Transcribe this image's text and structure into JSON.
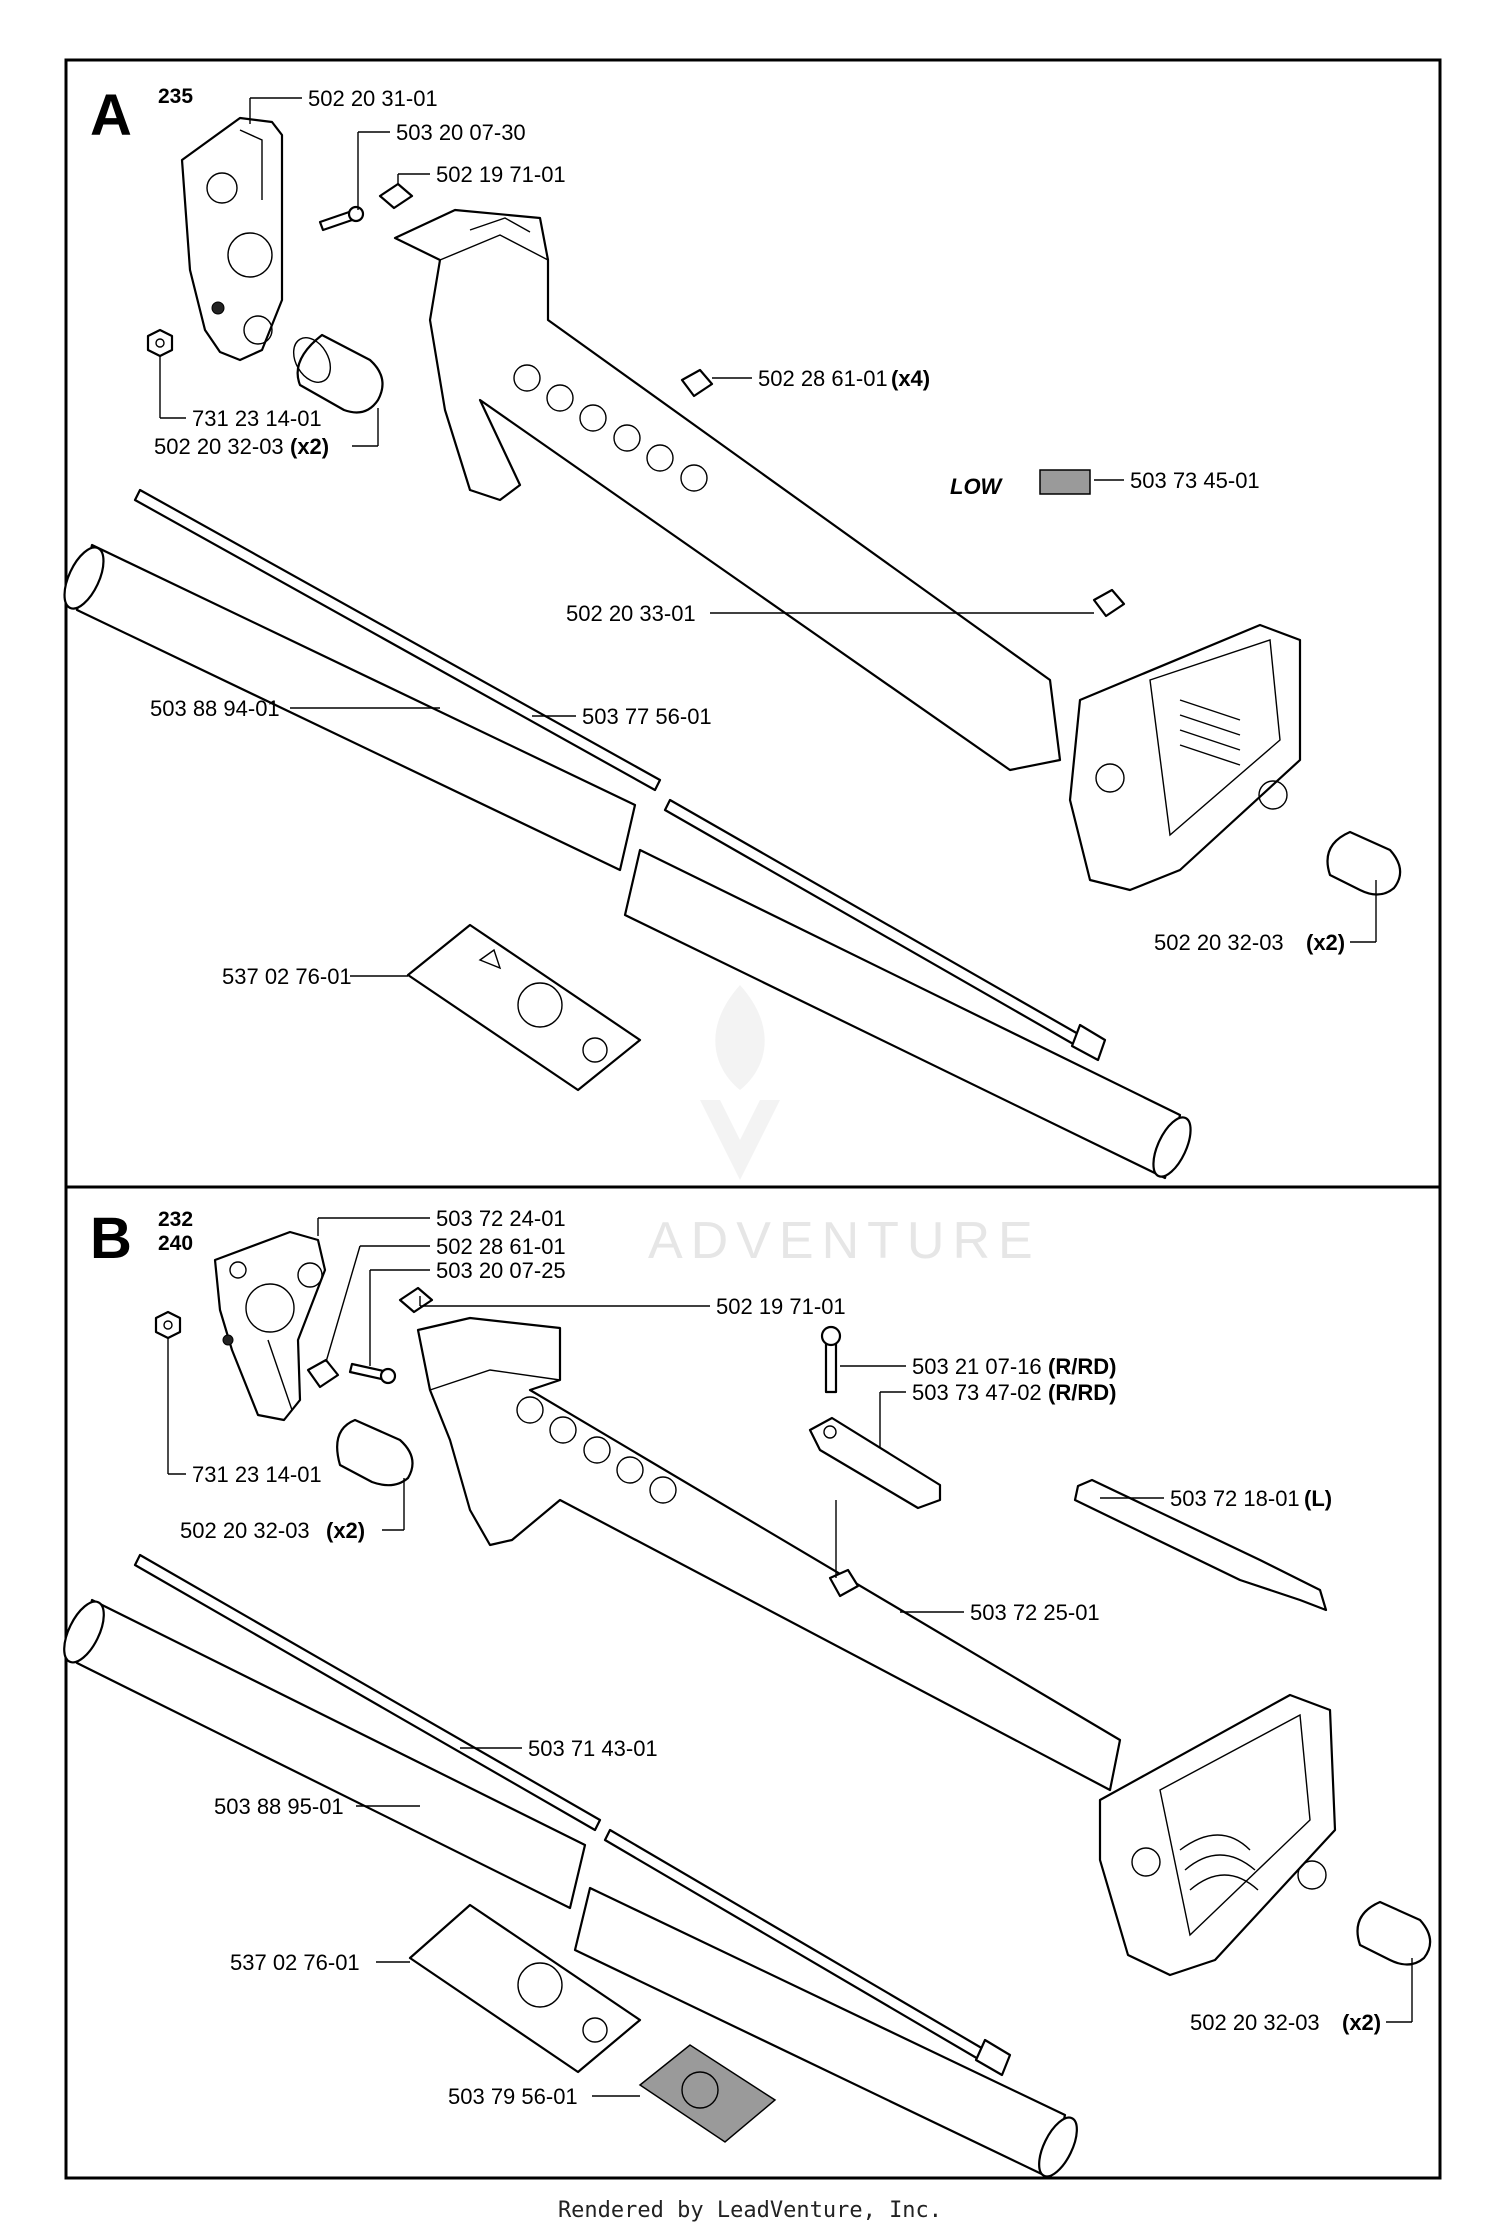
{
  "watermark": "ADVENTURE",
  "footer": "Rendered by LeadVenture, Inc.",
  "sectionA": {
    "letter": "A",
    "model": "235",
    "labels": [
      {
        "part": "502 20 31-01",
        "qty": ""
      },
      {
        "part": "503 20 07-30",
        "qty": ""
      },
      {
        "part": "502 19 71-01",
        "qty": ""
      },
      {
        "part": "502 28 61-01",
        "qty": "(x4)"
      },
      {
        "part": "731 23 14-01",
        "qty": ""
      },
      {
        "part": "502 20 32-03",
        "qty": "(x2)"
      },
      {
        "part": "503 73 45-01",
        "qty": ""
      },
      {
        "part": "502 20 33-01",
        "qty": ""
      },
      {
        "part": "503 88 94-01",
        "qty": ""
      },
      {
        "part": "503 77 56-01",
        "qty": ""
      },
      {
        "part": "502 20 32-03",
        "qty": "(x2)"
      },
      {
        "part": "537 02 76-01",
        "qty": ""
      }
    ]
  },
  "sectionB": {
    "letter": "B",
    "models": [
      "232",
      "240"
    ],
    "labels": [
      {
        "part": "503 72 24-01",
        "qty": ""
      },
      {
        "part": "502 28 61-01",
        "qty": ""
      },
      {
        "part": "503 20 07-25",
        "qty": ""
      },
      {
        "part": "502 19 71-01",
        "qty": ""
      },
      {
        "part": "503 21 07-16",
        "qty": "(R/RD)"
      },
      {
        "part": "503 73 47-02",
        "qty": "(R/RD)"
      },
      {
        "part": "731 23 14-01",
        "qty": ""
      },
      {
        "part": "502 20 32-03",
        "qty": "(x2)"
      },
      {
        "part": "503 72 18-01",
        "qty": "(L)"
      },
      {
        "part": "503 72 25-01",
        "qty": ""
      },
      {
        "part": "503 71 43-01",
        "qty": ""
      },
      {
        "part": "503 88 95-01",
        "qty": ""
      },
      {
        "part": "537 02 76-01",
        "qty": ""
      },
      {
        "part": "503 79 56-01",
        "qty": ""
      },
      {
        "part": "502 20 32-03",
        "qty": "(x2)"
      }
    ]
  },
  "decal_logo": "LOW"
}
